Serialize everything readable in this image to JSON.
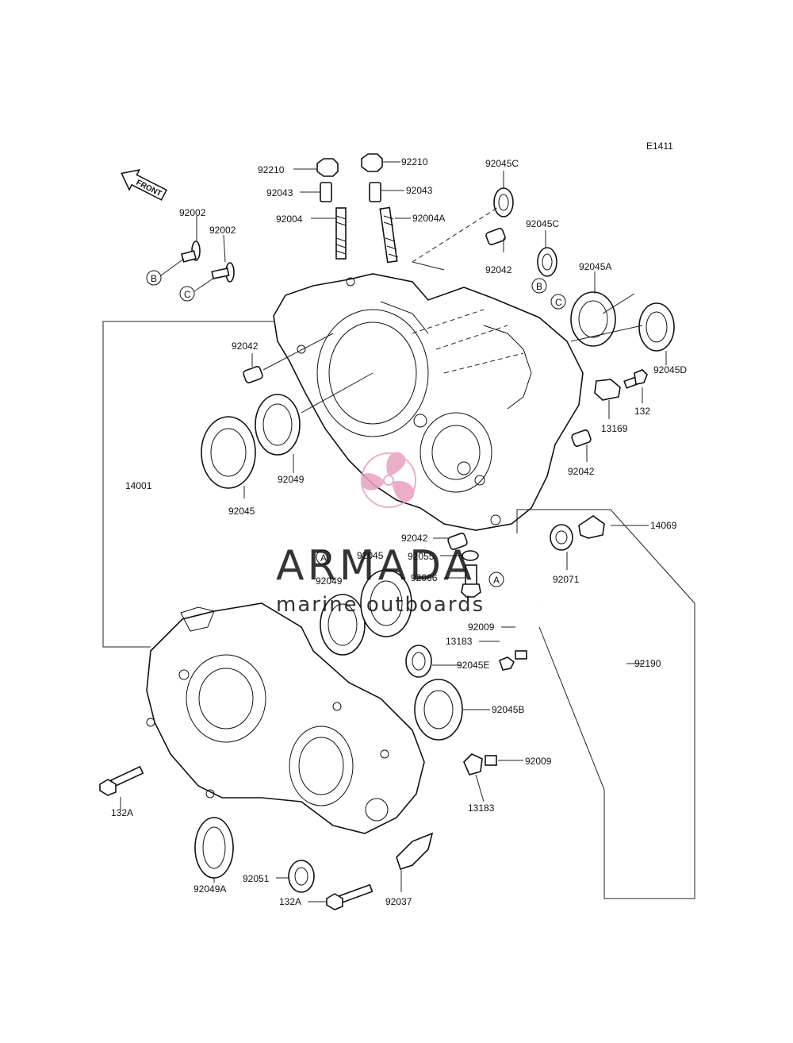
{
  "diagram": {
    "code": "E1411",
    "front_label": "FRONT",
    "refs": {
      "a": "A",
      "b": "B",
      "c": "C"
    },
    "labels": {
      "p92210_left": "92210",
      "p92210_right": "92210",
      "p92043_left": "92043",
      "p92043_right": "92043",
      "p92004": "92004",
      "p92004A": "92004A",
      "p92045C_top": "92045C",
      "p92045C_mid": "92045C",
      "p92042_top": "92042",
      "p92045A": "92045A",
      "p92045D": "92045D",
      "p132": "132",
      "p13169": "13169",
      "p92042_right": "92042",
      "p92002_left": "92002",
      "p92002_right": "92002",
      "p92042_left": "92042",
      "p14001": "14001",
      "p92049_top": "92049",
      "p92045_left": "92045",
      "p92042_low": "92042",
      "p92055": "92055",
      "p92066": "92066",
      "p14069": "14069",
      "p92071": "92071",
      "p92045_mid": "92045",
      "p92049_mid": "92049",
      "p92009_top": "92009",
      "p13183_top": "13183",
      "p92045E": "92045E",
      "p92190": "92190",
      "p92045B": "92045B",
      "p92009_low": "92009",
      "p13183_low": "13183",
      "p132A_left": "132A",
      "p92049A": "92049A",
      "p92051": "92051",
      "p132A_bottom": "132A",
      "p92037": "92037"
    }
  },
  "watermark": {
    "brand": "ARMADA",
    "tagline": "marine outboards",
    "brand_color": "#808080",
    "logo_color": "#e8a0c0"
  }
}
